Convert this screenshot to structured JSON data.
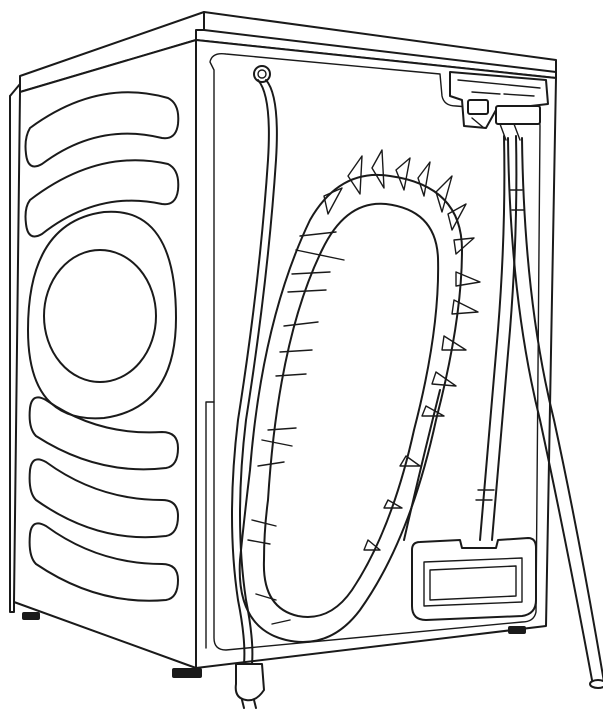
{
  "figure": {
    "subject": "washing-machine-rear-view",
    "colors": {
      "line": "#1a1a1a",
      "background": "#ffffff"
    },
    "parts": [
      "cabinet",
      "side-panel",
      "back-panel",
      "heat-exchanger-coil",
      "power-cord",
      "power-plug",
      "water-inlet-valve",
      "inlet-hose",
      "drain-hose",
      "pump-cover",
      "feet"
    ]
  }
}
